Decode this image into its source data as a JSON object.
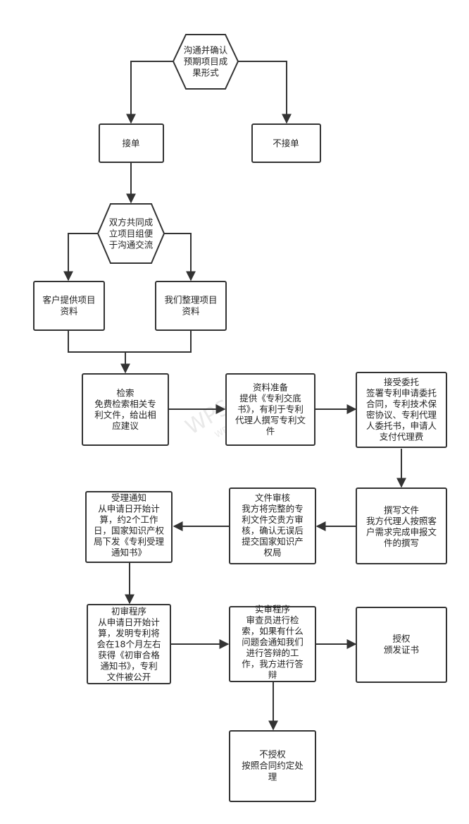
{
  "watermark": {
    "main": "WPS",
    "sub": "WPS"
  },
  "nodes": {
    "confirm": {
      "lines": [
        "沟通并确认",
        "预期项目成",
        "果形式"
      ]
    },
    "accept": {
      "lines": [
        "接单"
      ]
    },
    "reject": {
      "lines": [
        "不接单"
      ]
    },
    "team": {
      "lines": [
        "双方共同成",
        "立项目组便",
        "于沟通交流"
      ]
    },
    "client_docs": {
      "lines": [
        "客户提供项目",
        "资料"
      ]
    },
    "our_docs": {
      "lines": [
        "我们整理项目",
        "资料"
      ]
    },
    "search": {
      "lines": [
        "检索",
        "免费检索相关专",
        "利文件，给出相",
        "应建议"
      ]
    },
    "prep": {
      "lines": [
        "资料准备",
        "提供《专利交底",
        "书》，有利于专利",
        "代理人撰写专利文",
        "件"
      ]
    },
    "entrust": {
      "lines": [
        "接受委托",
        "签署专利申请委托",
        "合同，专利技术保",
        "密协议、专利代理",
        "人委托书，申请人",
        "支付代理费"
      ]
    },
    "write": {
      "lines": [
        "撰写文件",
        "我方代理人按照客",
        "户需求完成申报文",
        "件的撰写"
      ]
    },
    "review": {
      "lines": [
        "文件审核",
        "我方将完整的专",
        "利文件交贵方审",
        "核，确认无误后",
        "提交国家知识产",
        "权局"
      ]
    },
    "notice": {
      "lines": [
        "受理通知",
        "从申请日开始计",
        "算，约2个工作",
        "日，国家知识产权",
        "局下发《专利受理",
        "通知书》"
      ]
    },
    "prelim": {
      "lines": [
        "初审程序",
        "从申请日开始计",
        "算，发明专利将",
        "会在18个月左右",
        "获得《初审合格",
        "通知书》，专利",
        "文件被公开"
      ]
    },
    "substantive": {
      "lines": [
        "实审程序",
        "审查员进行检",
        "索，如果有什么",
        "问题会通知我们",
        "进行答辩的工",
        "作，我方进行答",
        "辩"
      ]
    },
    "grant": {
      "lines": [
        "授权",
        "颁发证书"
      ]
    },
    "no_grant": {
      "lines": [
        "不授权",
        "按照合同约定处",
        "理"
      ]
    }
  }
}
